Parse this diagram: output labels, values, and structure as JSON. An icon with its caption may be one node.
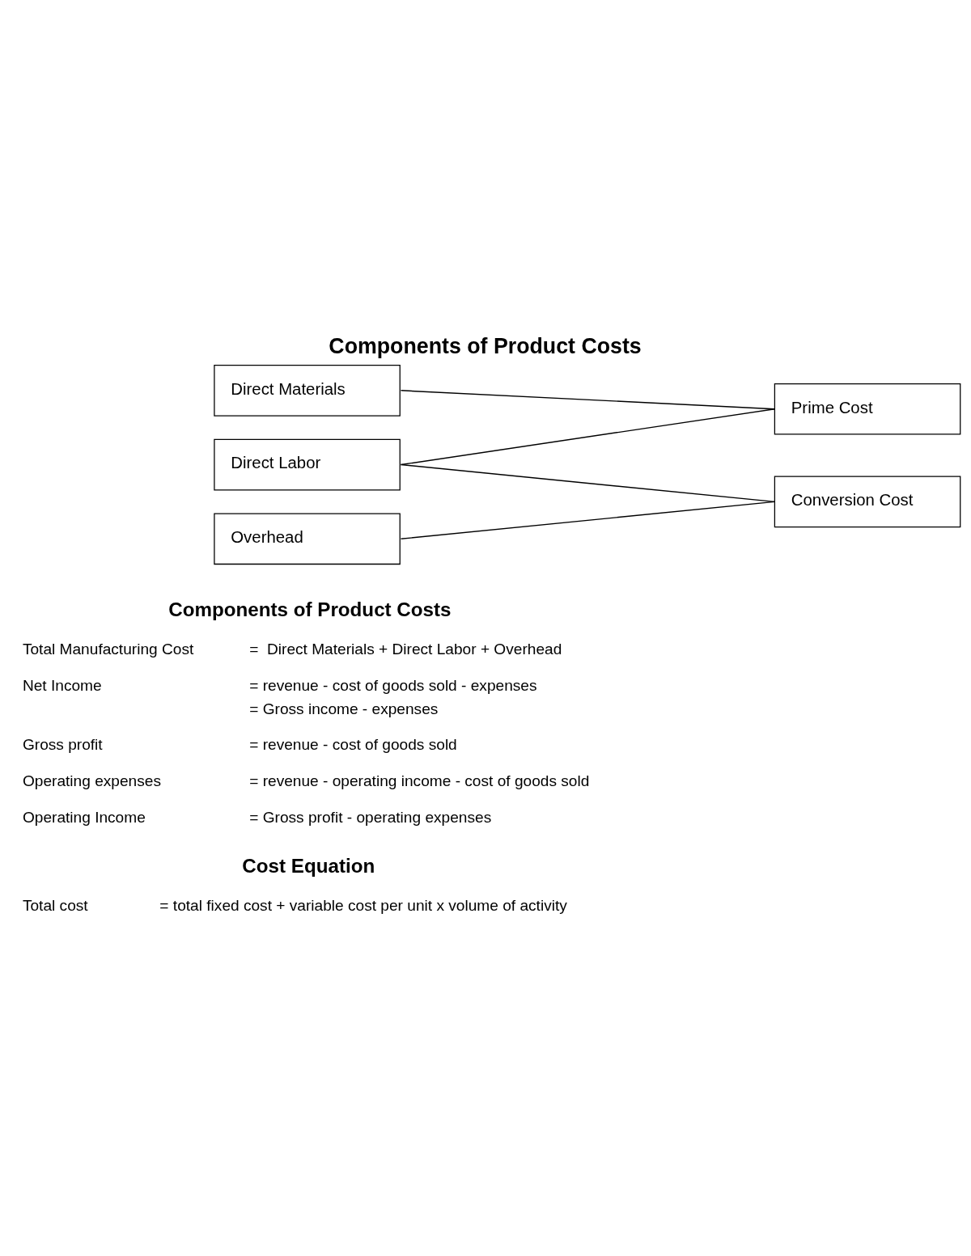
{
  "diagram": {
    "title": "Components of Product Costs",
    "nodes": [
      {
        "text": [
          "Direct Materials"
        ]
      },
      {
        "text": [
          "Direct Labor"
        ]
      },
      {
        "text": [
          "Overhead"
        ]
      },
      {
        "text": [
          "Prime Cost"
        ]
      },
      {
        "text": [
          "Conversion Cost"
        ]
      }
    ],
    "edges": [
      {
        "from": 0,
        "to": 3,
        "arrow": "none"
      },
      {
        "from": 1,
        "to": 3,
        "arrow": "none"
      },
      {
        "from": 1,
        "to": 4,
        "arrow": "none"
      },
      {
        "from": 2,
        "to": 4,
        "arrow": "none"
      }
    ],
    "labels": [
      "Components of Product Costs",
      "Total Manufacturing Cost",
      "=  Direct Materials + Direct Labor + Overhead",
      "Net Income",
      "= revenue - cost of goods sold - expenses",
      "= Gross income - expenses",
      "Gross profit",
      "= revenue - cost of goods sold",
      "Operating expenses",
      "= revenue - operating income - cost of goods sold",
      "Operating Income",
      "= Gross profit - operating expenses",
      "Cost Equation",
      "Total cost",
      "= total fixed cost + variable cost per unit x volume of activity"
    ]
  }
}
